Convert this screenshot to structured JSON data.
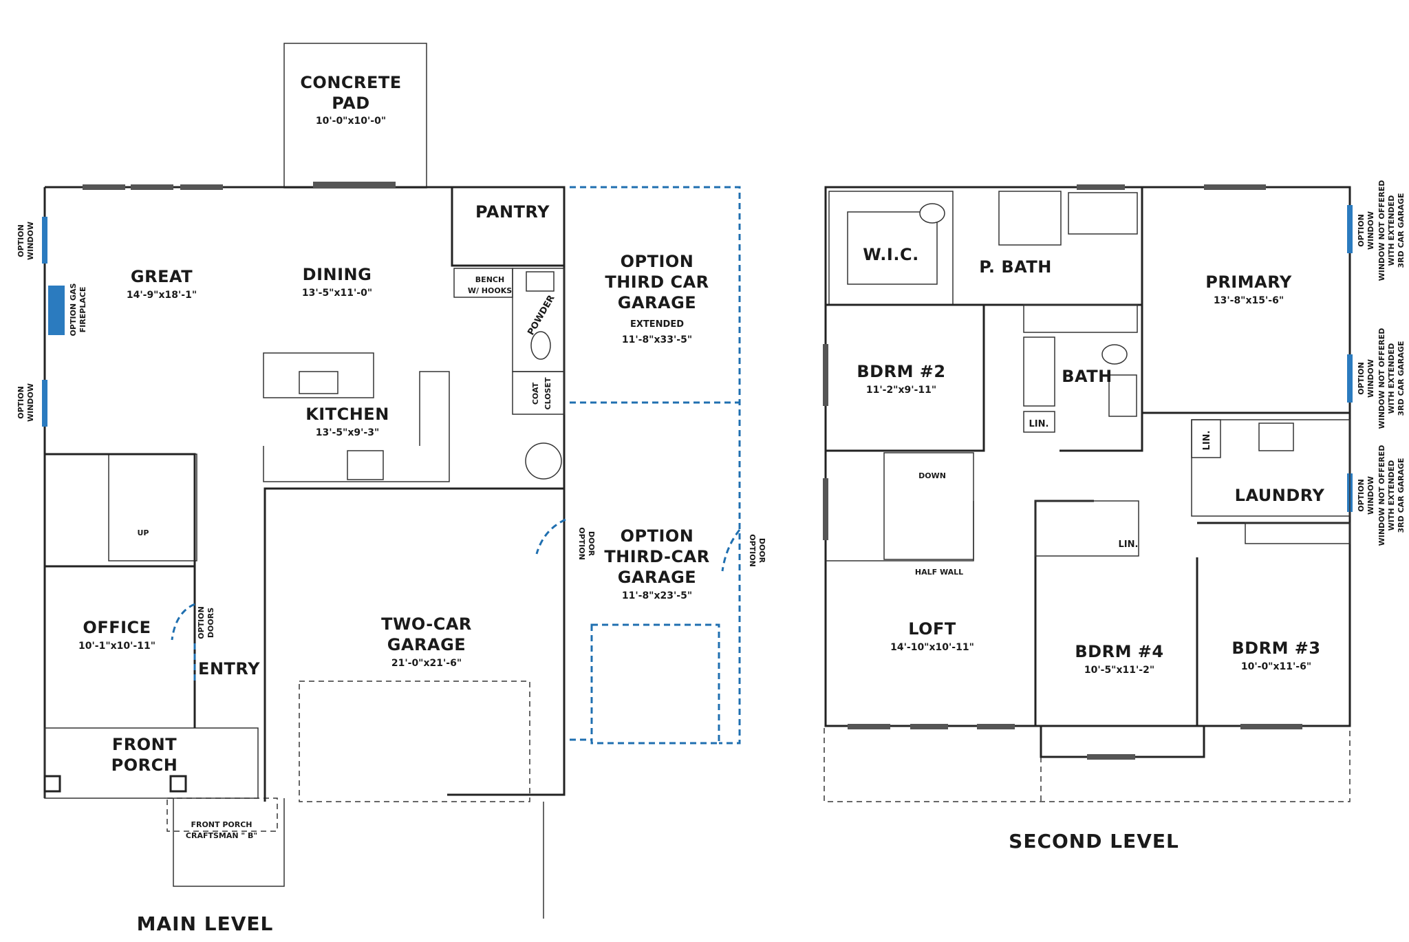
{
  "main_level": {
    "title": "MAIN LEVEL",
    "concrete_pad": {
      "line1": "CONCRETE",
      "line2": "PAD",
      "dim": "10'-0\"x10'-0\""
    },
    "pantry": "PANTRY",
    "great": {
      "label": "GREAT",
      "dim": "14'-9\"x18'-1\""
    },
    "dining": {
      "label": "DINING",
      "dim": "13'-5\"x11'-0\""
    },
    "kitchen": {
      "label": "KITCHEN",
      "dim": "13'-5\"x9'-3\""
    },
    "bench": {
      "line1": "BENCH",
      "line2": "W/ HOOKS"
    },
    "powder": "POWDER",
    "coat_closet": {
      "line1": "COAT",
      "line2": "CLOSET"
    },
    "option_gas_fireplace": {
      "line1": "OPTION GAS",
      "line2": "FIREPLACE"
    },
    "option_window": {
      "line1": "OPTION",
      "line2": "WINDOW"
    },
    "up": "UP",
    "office": {
      "label": "OFFICE",
      "dim": "10'-1\"x10'-11\""
    },
    "option_doors": {
      "line1": "OPTION",
      "line2": "DOORS"
    },
    "entry": "ENTRY",
    "front_porch": {
      "line1": "FRONT",
      "line2": "PORCH"
    },
    "front_porch_craftsman": {
      "line1": "FRONT PORCH",
      "line2": "CRAFTSMAN \" B\""
    },
    "two_car_garage": {
      "line1": "TWO-CAR",
      "line2": "GARAGE",
      "dim": "21'-0\"x21'-6\""
    },
    "option_door": {
      "line1": "OPTION",
      "line2": "DOOR"
    },
    "option_third_car_garage_extended": {
      "line1": "OPTION",
      "line2": "THIRD CAR",
      "line3": "GARAGE",
      "line4": "EXTENDED",
      "dim": "11'-8\"x33'-5\""
    },
    "option_third_car_garage": {
      "line1": "OPTION",
      "line2": "THIRD-CAR",
      "line3": "GARAGE",
      "dim": "11'-8\"x23'-5\""
    }
  },
  "second_level": {
    "title": "SECOND LEVEL",
    "wic": "W.I.C.",
    "p_bath": "P. BATH",
    "primary": {
      "label": "PRIMARY",
      "dim": "13'-8\"x15'-6\""
    },
    "bdrm2": {
      "label": "BDRM #2",
      "dim": "11'-2\"x9'-11\""
    },
    "bath": "BATH",
    "lin": "LIN.",
    "down": "DOWN",
    "half_wall": "HALF WALL",
    "loft": {
      "label": "LOFT",
      "dim": "14'-10\"x10'-11\""
    },
    "bdrm4": {
      "label": "BDRM #4",
      "dim": "10'-5\"x11'-2\""
    },
    "bdrm3": {
      "label": "BDRM #3",
      "dim": "10'-0\"x11'-6\""
    },
    "laundry": "LAUNDRY",
    "option_window": {
      "line1": "OPTION",
      "line2": "WINDOW"
    },
    "option_window_note": {
      "line1": "WINDOW NOT OFFERED",
      "line2": "WITH EXTENDED",
      "line3": "3RD CAR GARAGE"
    }
  }
}
